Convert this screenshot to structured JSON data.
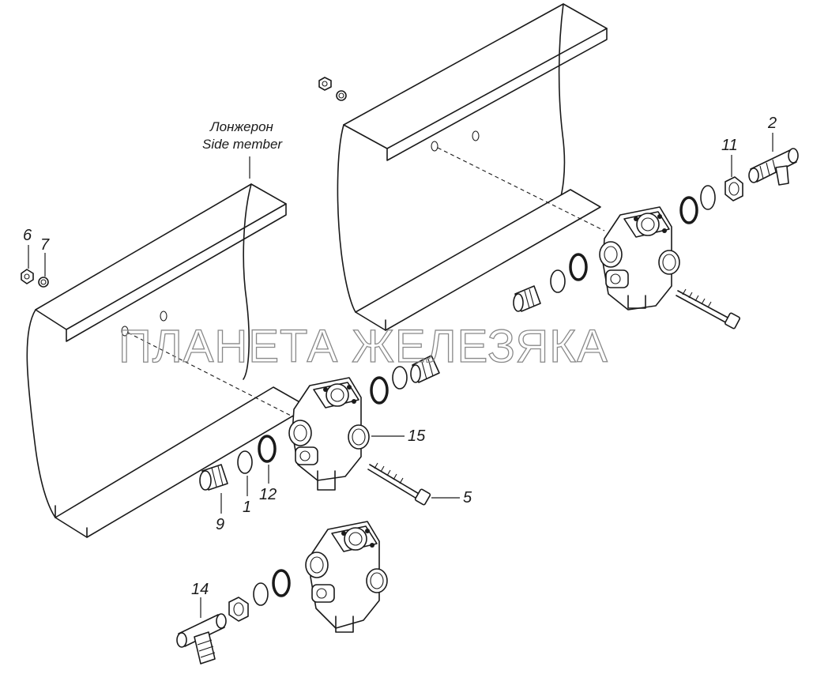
{
  "caption": {
    "line1": "Лонжерон",
    "line2": "Side member"
  },
  "watermark": "ПЛАНЕТА ЖЕЛЕЗЯКА",
  "callouts": [
    {
      "id": "2",
      "label": "2"
    },
    {
      "id": "11",
      "label": "11"
    },
    {
      "id": "6",
      "label": "6"
    },
    {
      "id": "7",
      "label": "7"
    },
    {
      "id": "15",
      "label": "15"
    },
    {
      "id": "5",
      "label": "5"
    },
    {
      "id": "9",
      "label": "9"
    },
    {
      "id": "1",
      "label": "1"
    },
    {
      "id": "12",
      "label": "12"
    },
    {
      "id": "14",
      "label": "14"
    }
  ]
}
